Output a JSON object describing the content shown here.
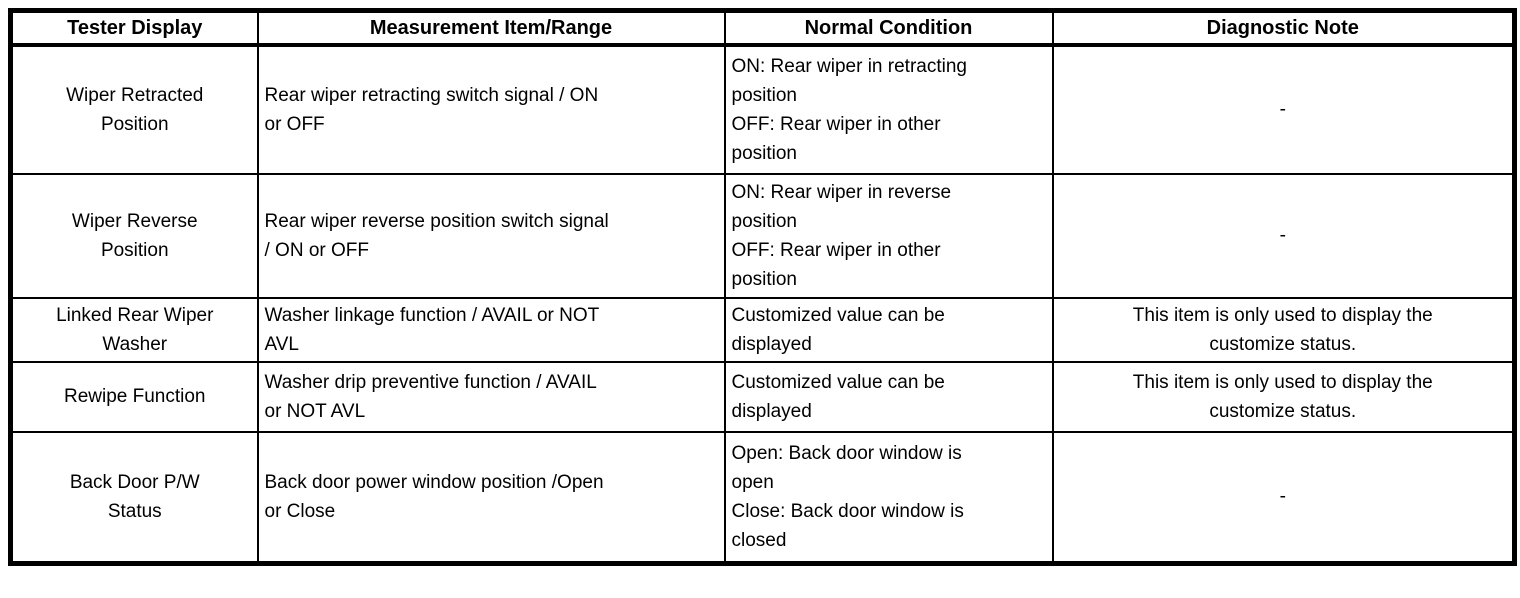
{
  "table": {
    "headers": [
      "Tester Display",
      "Measurement Item/Range",
      "Normal Condition",
      "Diagnostic Note"
    ],
    "rows": [
      {
        "tester_display": "Wiper Retracted\nPosition",
        "measurement_item_range": "Rear wiper retracting switch signal / ON\nor OFF",
        "normal_condition": "ON: Rear wiper in retracting\nposition\nOFF: Rear wiper in other\nposition",
        "diagnostic_note": "-"
      },
      {
        "tester_display": "Wiper Reverse\nPosition",
        "measurement_item_range": "Rear wiper reverse position switch signal\n/ ON or OFF",
        "normal_condition": "ON: Rear wiper in reverse\nposition\nOFF: Rear wiper in other\nposition",
        "diagnostic_note": "-"
      },
      {
        "tester_display": "Linked Rear Wiper\nWasher",
        "measurement_item_range": "Washer linkage function / AVAIL or NOT\nAVL",
        "normal_condition": "Customized value can be\ndisplayed",
        "diagnostic_note": "This item is only used to display the\ncustomize status."
      },
      {
        "tester_display": "Rewipe Function",
        "measurement_item_range": "Washer drip preventive function / AVAIL\nor NOT AVL",
        "normal_condition": "Customized value can be\ndisplayed",
        "diagnostic_note": "This item is only used to display the\ncustomize status."
      },
      {
        "tester_display": "Back Door P/W\nStatus",
        "measurement_item_range": "Back door power window position /Open\nor Close",
        "normal_condition": "Open: Back door window is\nopen\nClose: Back door window is\nclosed",
        "diagnostic_note": "-"
      }
    ]
  }
}
